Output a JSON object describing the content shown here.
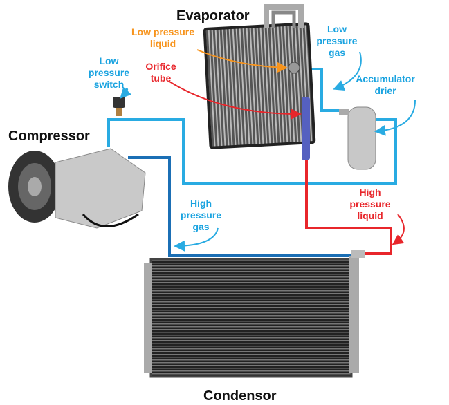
{
  "title_labels": {
    "evaporator": "Evaporator",
    "compressor": "Compressor",
    "condensor": "Condensor"
  },
  "callouts": {
    "low_pressure_liquid": "Low pressure liquid",
    "orifice_tube": "Orifice tube",
    "low_pressure_gas": "Low pressure gas",
    "low_pressure_switch": "Low pressure switch",
    "accumulator_drier": "Accumulator drier",
    "high_pressure_gas": "High pressure gas",
    "high_pressure_liquid": "High pressure liquid"
  },
  "colors": {
    "low_pressure_line": "#29abe2",
    "high_pressure_gas_line": "#1b6fb5",
    "high_pressure_liquid_line": "#e8262b",
    "low_pressure_liquid_label": "#f7941d"
  }
}
